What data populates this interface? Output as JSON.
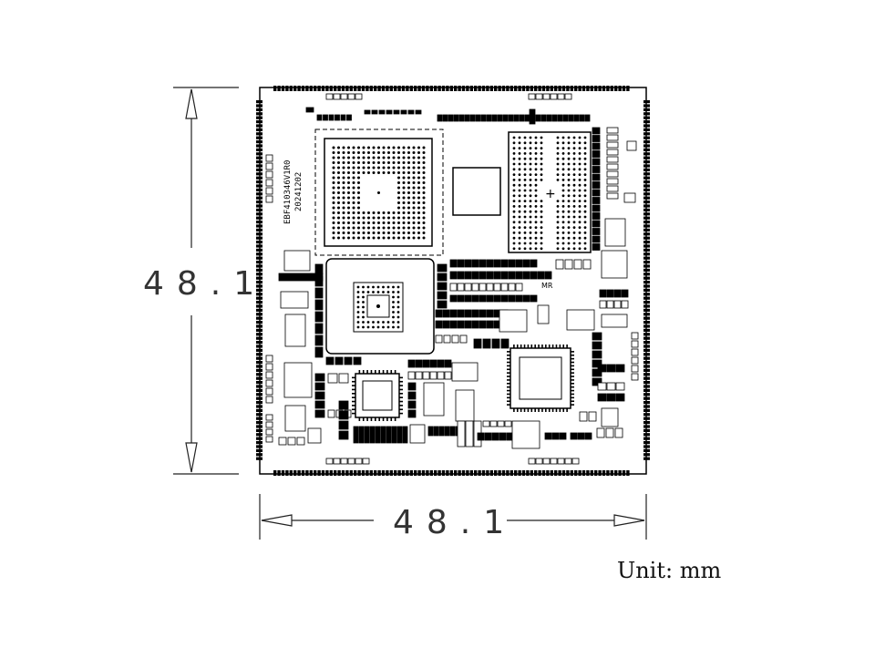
{
  "diagram": {
    "height_dimension": "48.1",
    "width_dimension": "48.1",
    "unit_label": "Unit: mm",
    "board_model": "EBF410346V1R0",
    "board_date": "20241202",
    "silkscreen_mr": "MR"
  }
}
